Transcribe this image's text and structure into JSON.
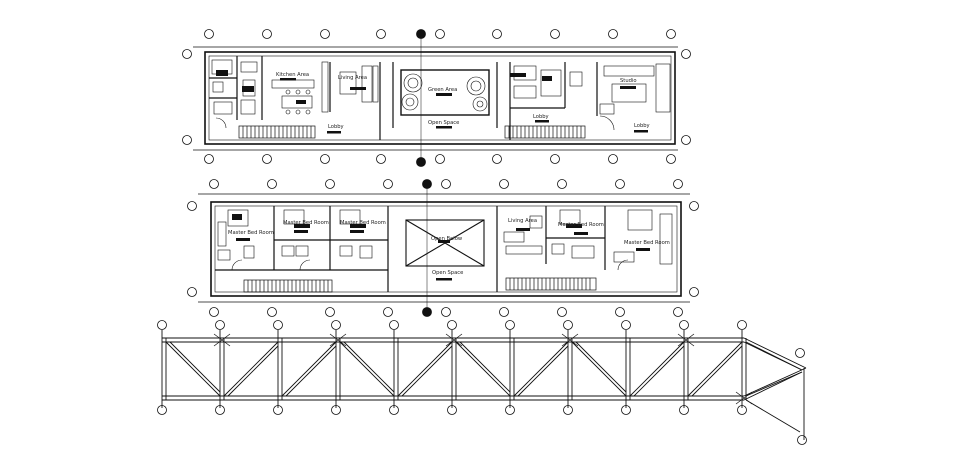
{
  "plan1": {
    "rooms": {
      "kitchen": "Kitchen Area",
      "living": "Living Area",
      "green": "Green Area",
      "open_space": "Open Space",
      "lobby_left": "Lobby",
      "lobby_right": "Lobby",
      "lobby_far": "Lobby",
      "studio": "Studio"
    }
  },
  "plan2": {
    "rooms": {
      "master1": "Master Bed Room",
      "master2": "Master Bed Room",
      "master3": "Master Bed Room",
      "skylight": "Open Below",
      "open_space": "Open Space",
      "living": "Living Area",
      "master4": "Master Bed Room",
      "master5": "Master Bed Room"
    }
  },
  "truss": {
    "label": ""
  }
}
